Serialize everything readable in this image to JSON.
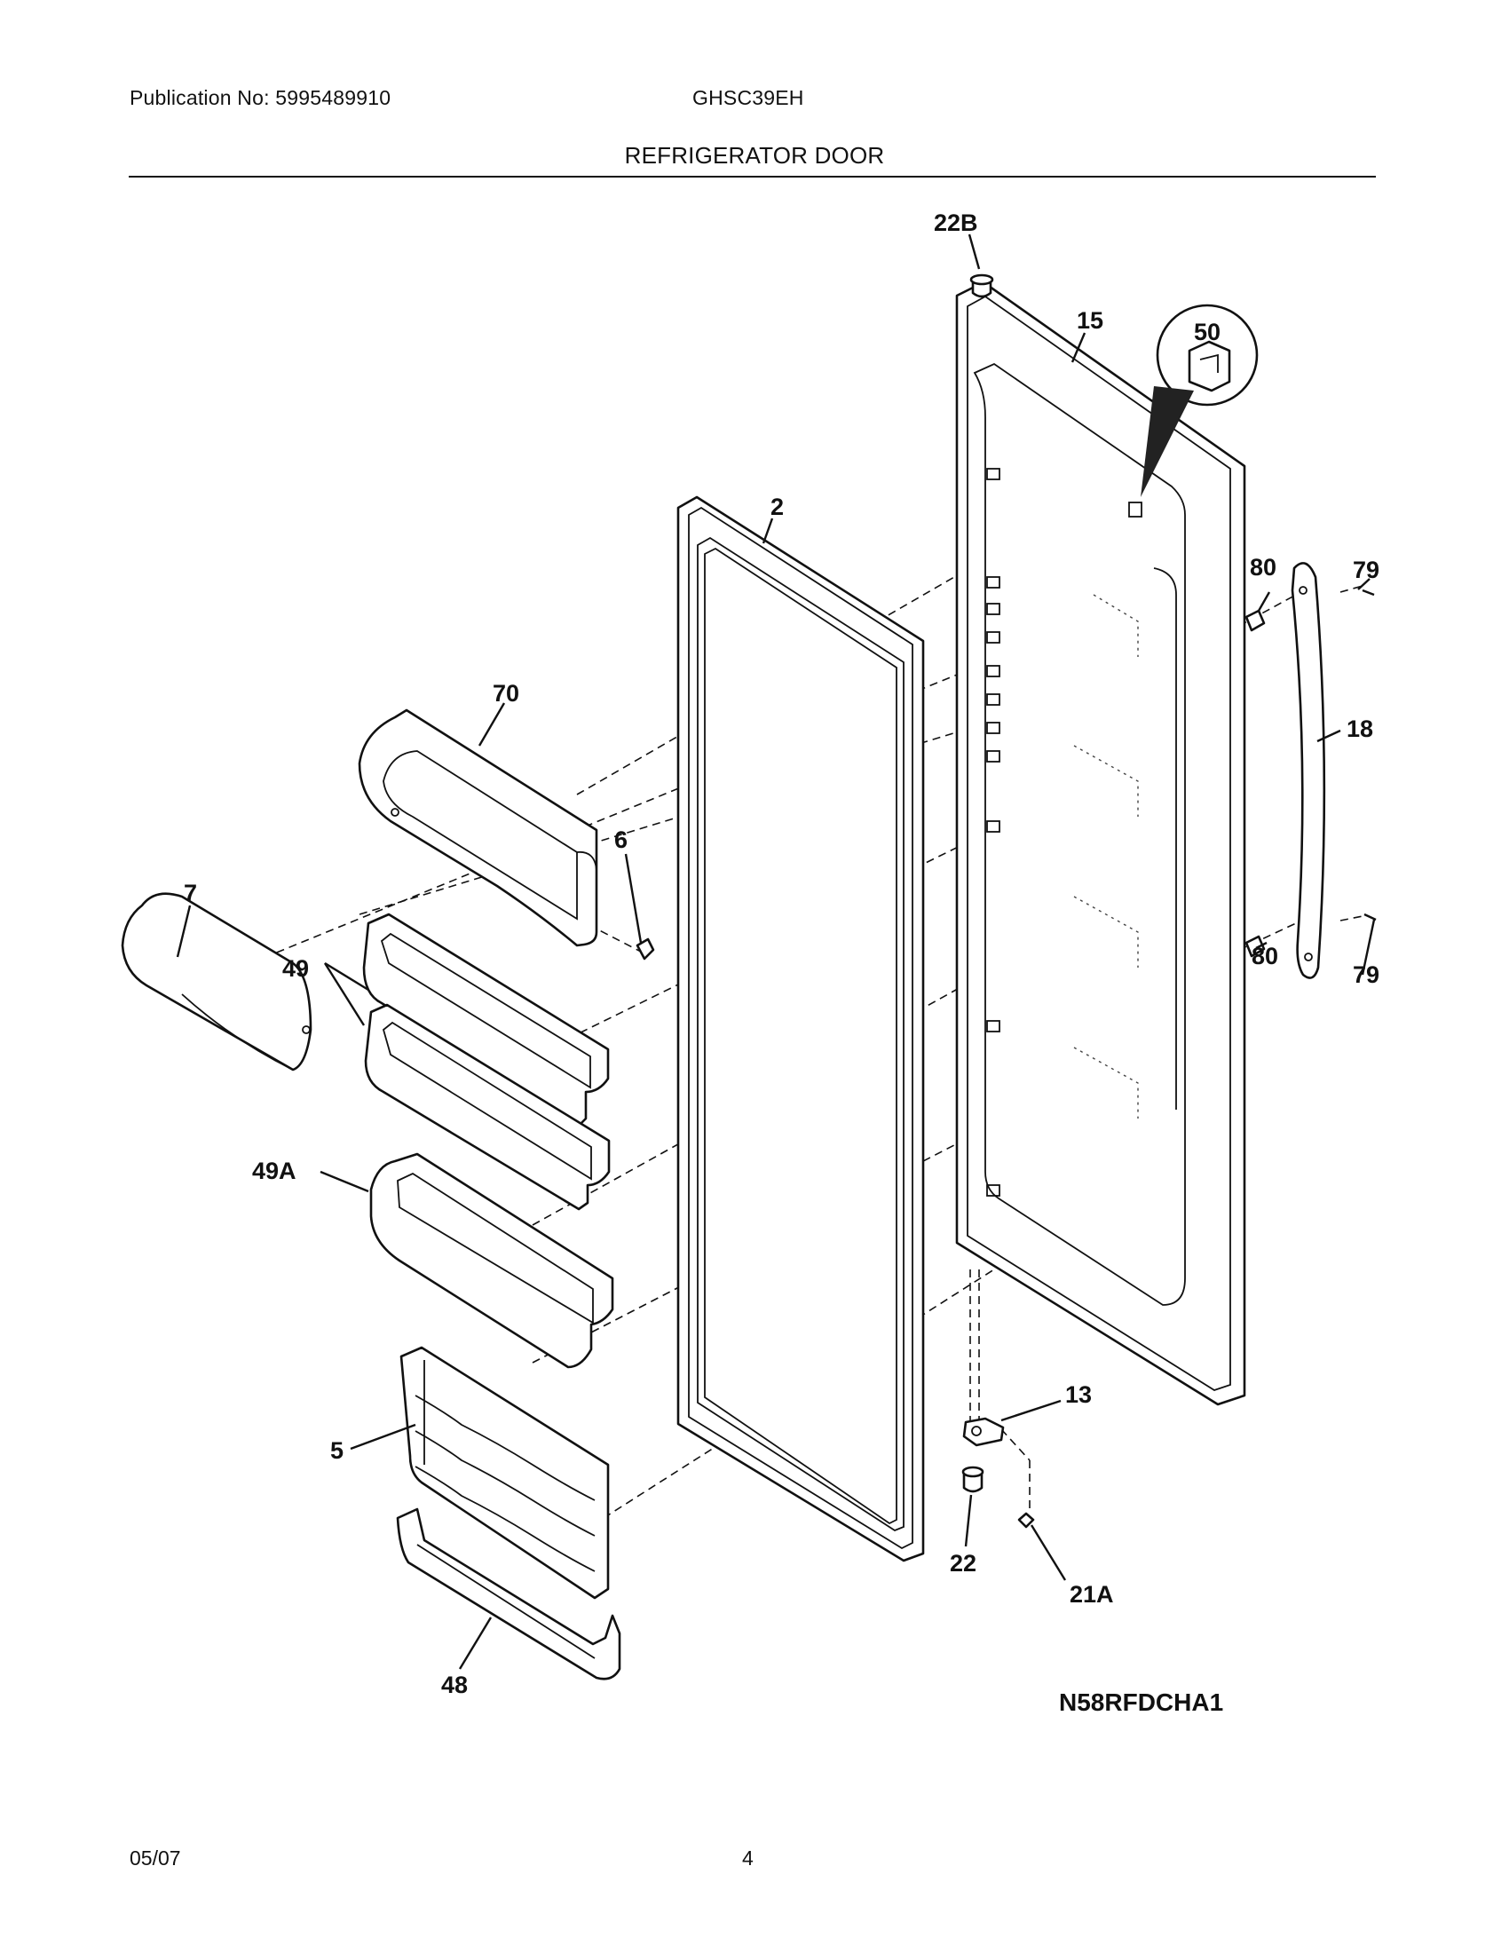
{
  "header": {
    "publication": "Publication No: 5995489910",
    "model": "GHSC39EH",
    "title": "REFRIGERATOR DOOR"
  },
  "footer": {
    "date": "05/07",
    "page": "4"
  },
  "diagram": {
    "code": "N58RFDCHA1",
    "callouts": {
      "c22b": "22B",
      "c15": "15",
      "c50": "50",
      "c2": "2",
      "c80a": "80",
      "c79a": "79",
      "c18": "18",
      "c70": "70",
      "c6": "6",
      "c7": "7",
      "c49": "49",
      "c80b": "80",
      "c79b": "79",
      "c49a": "49A",
      "c13": "13",
      "c5": "5",
      "c22": "22",
      "c21a": "21A",
      "c48": "48"
    }
  }
}
